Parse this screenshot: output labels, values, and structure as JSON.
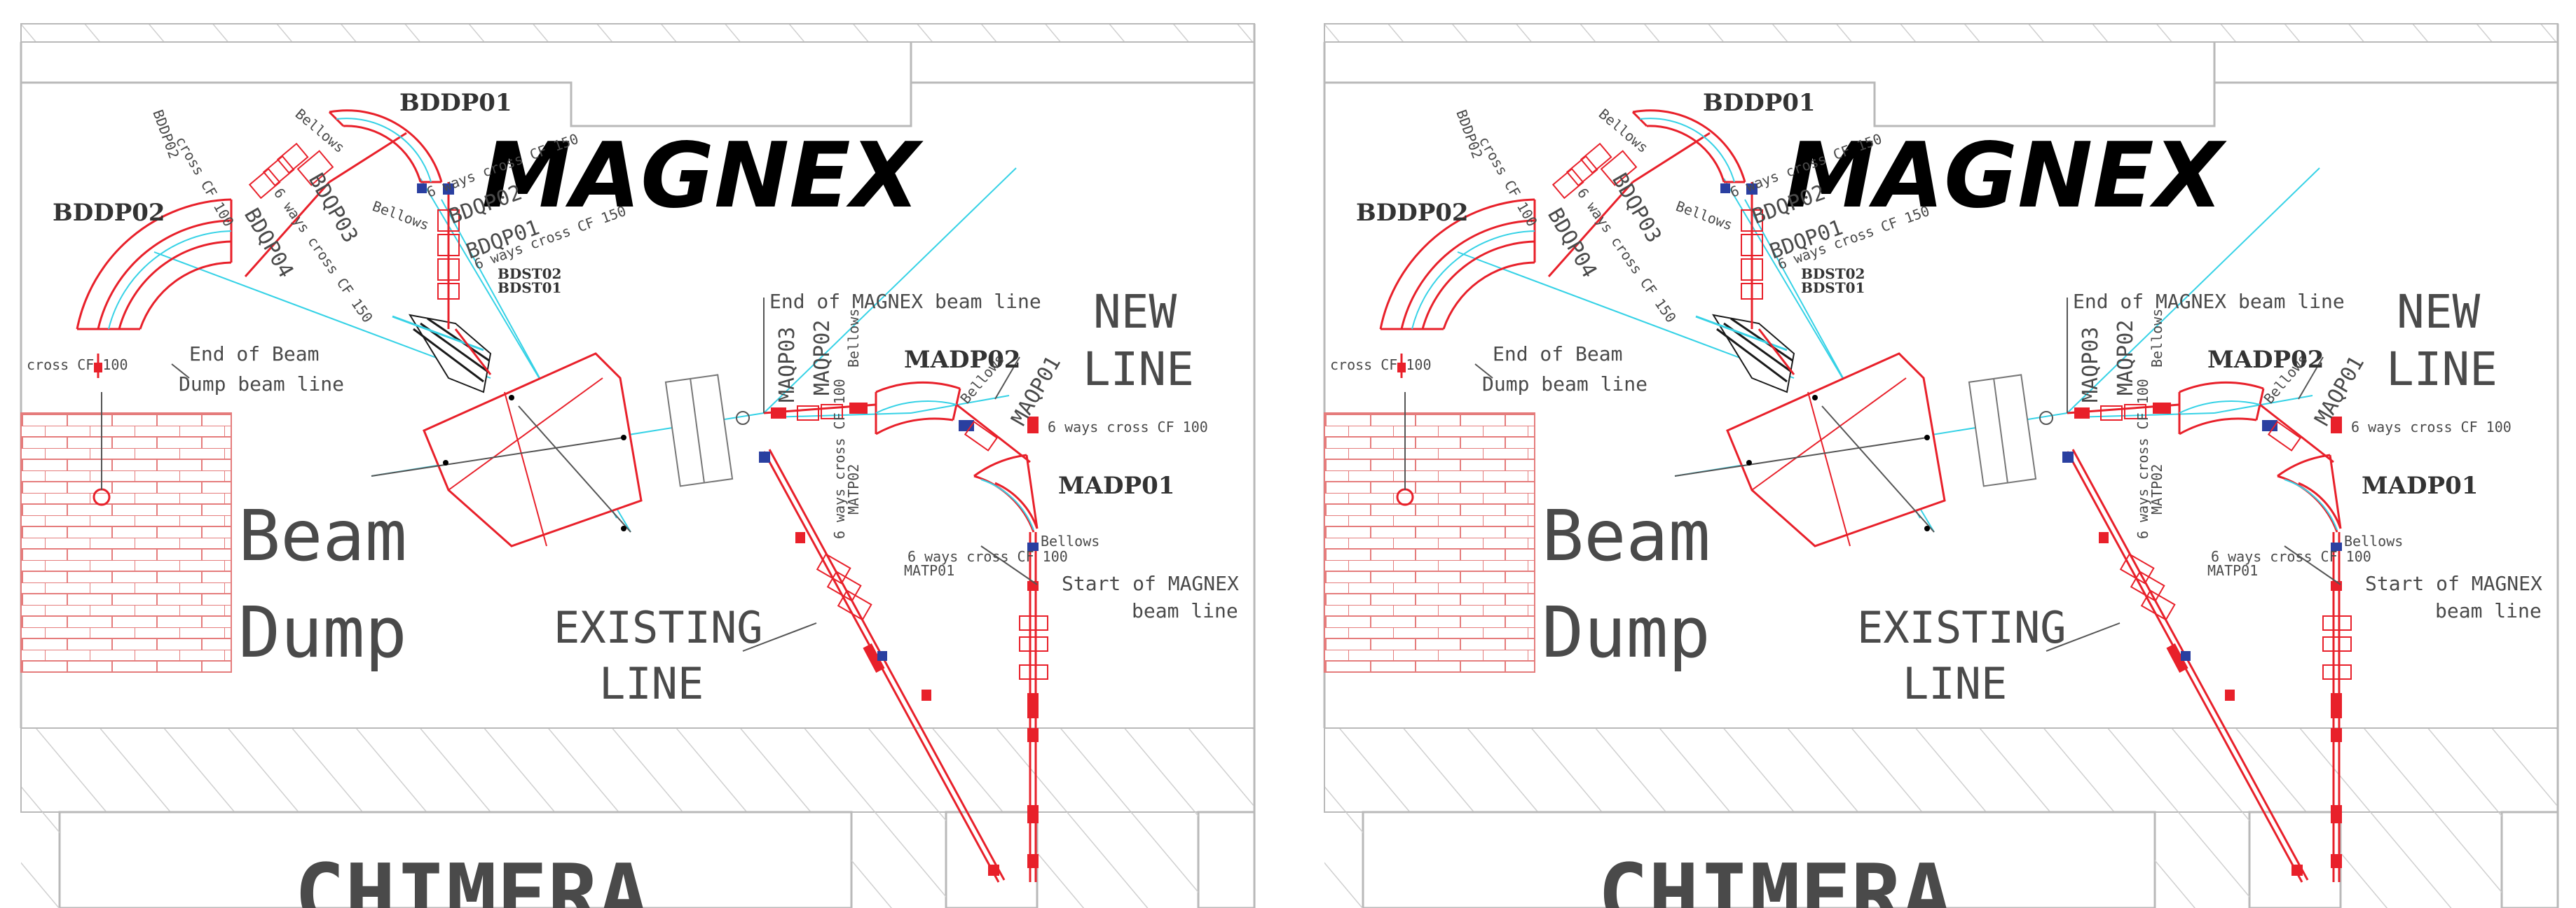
{
  "colors": {
    "beamline": "#e8202a",
    "wall": "#b9b9b9",
    "trajectory": "#36d2e6",
    "text": "#4a4a4a",
    "detector": "#1a1a1a",
    "hatch": "#cfcfcf"
  },
  "panels": [
    {
      "title": "MAGNEX",
      "area_labels": {
        "beam_dump_1": "Beam",
        "beam_dump_2": "Dump",
        "existing_1": "EXISTING",
        "existing_2": "LINE",
        "new_1": "NEW",
        "new_2": "LINE",
        "bottom_partial": "CHIMERA"
      },
      "dipoles": {
        "bddp01": "BDDP01",
        "bddp02": "BDDP02",
        "madp01": "MADP01",
        "madp02": "MADP02"
      },
      "quads": {
        "bdqp01": "BDQP01",
        "bdqp02": "BDQP02",
        "bdqp03": "BDQP03",
        "bdqp04": "BDQP04",
        "maqp01": "MAQP01",
        "maqp02": "MAQP02",
        "maqp03": "MAQP03"
      },
      "small": {
        "bellows": "Bellows",
        "bdst01": "BDST01",
        "bdst02": "BDST02",
        "matp01": "MATP01",
        "matp02": "MATP02",
        "bddp02_side": "BDDP02"
      },
      "callouts": {
        "end_dump_1": "End of Beam",
        "end_dump_2": "Dump beam line",
        "end_magnex": "End of MAGNEX beam line",
        "start_magnex_1": "Start of MAGNEX",
        "start_magnex_2": "beam line",
        "cross100": "cross CF 100",
        "six100": "6 ways cross CF 100",
        "six150": "6 ways cross CF 150"
      }
    },
    {
      "title": "MAGNEX",
      "area_labels": {
        "beam_dump_1": "Beam",
        "beam_dump_2": "Dump",
        "existing_1": "EXISTING",
        "existing_2": "LINE",
        "new_1": "NEW",
        "new_2": "LINE",
        "bottom_partial": "CHIMERA"
      },
      "dipoles": {
        "bddp01": "BDDP01",
        "bddp02": "BDDP02",
        "madp01": "MADP01",
        "madp02": "MADP02"
      },
      "quads": {
        "bdqp01": "BDQP01",
        "bdqp02": "BDQP02",
        "bdqp03": "BDQP03",
        "bdqp04": "BDQP04",
        "maqp01": "MAQP01",
        "maqp02": "MAQP02",
        "maqp03": "MAQP03"
      },
      "small": {
        "bellows": "Bellows",
        "bdst01": "BDST01",
        "bdst02": "BDST02",
        "matp01": "MATP01",
        "matp02": "MATP02",
        "bddp02_side": "BDDP02"
      },
      "callouts": {
        "end_dump_1": "End of Beam",
        "end_dump_2": "Dump beam line",
        "end_magnex": "End of MAGNEX beam line",
        "start_magnex_1": "Start of MAGNEX",
        "start_magnex_2": "beam line",
        "cross100": "cross CF 100",
        "six100": "6 ways cross CF 100",
        "six150": "6 ways cross CF 150"
      }
    }
  ]
}
